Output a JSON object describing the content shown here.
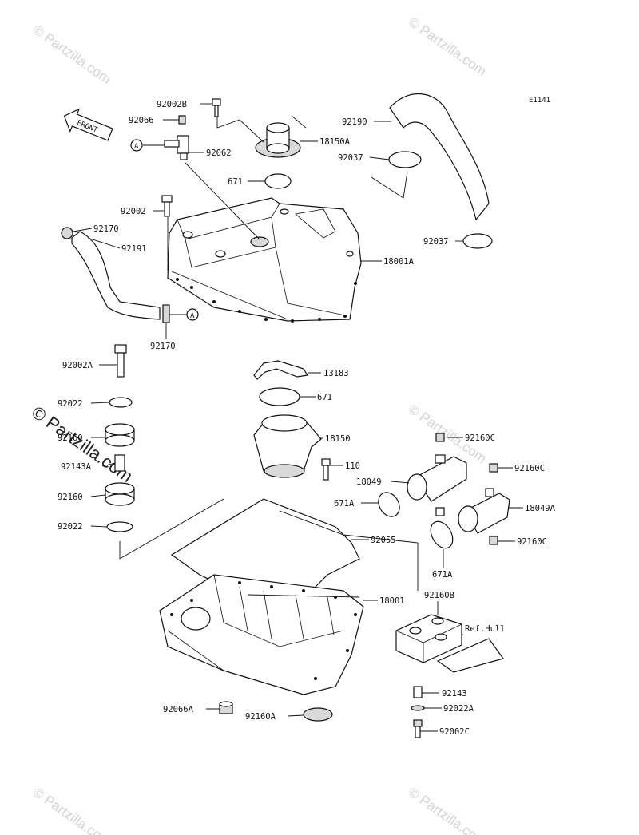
{
  "diagram_code": "E1141",
  "front_arrow": "FRONT",
  "ref_text": "Ref.Hull",
  "watermark": "© Partzilla.com",
  "callout_letter": "A",
  "labels": {
    "p92002B": "92002B",
    "p92066": "92066",
    "p92062": "92062",
    "p18150A": "18150A",
    "p92190": "92190",
    "p92037a": "92037",
    "p671a": "671",
    "p92002": "92002",
    "p92170a": "92170",
    "p92191": "92191",
    "p18001A": "18001A",
    "p92037b": "92037",
    "p92170b": "92170",
    "p92002A": "92002A",
    "p13183": "13183",
    "p671b": "671",
    "p92022a": "92022",
    "p92160a": "92160",
    "p18150": "18150",
    "p92143A": "92143A",
    "p110": "110",
    "p92160C1": "92160C",
    "p92160C2": "92160C",
    "p18049": "18049",
    "p92160b": "92160",
    "p671A1": "671A",
    "p18049A": "18049A",
    "p92022b": "92022",
    "p92055": "92055",
    "p92160C3": "92160C",
    "p671A2": "671A",
    "p18001": "18001",
    "p92160B": "92160B",
    "p92143": "92143",
    "p92022A": "92022A",
    "p92002C": "92002C",
    "p92066A": "92066A",
    "p92160A": "92160A"
  }
}
